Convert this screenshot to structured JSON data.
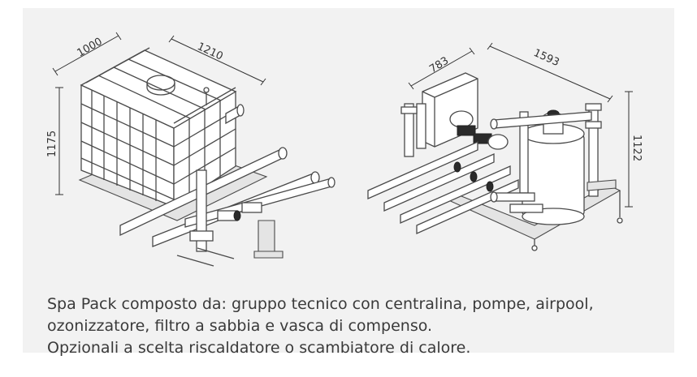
{
  "dimensions": {
    "tank_width": "1000",
    "tank_depth": "1210",
    "tank_height": "1175",
    "pack_width": "783",
    "pack_length": "1593",
    "pack_height": "1122"
  },
  "caption": {
    "line1": "Spa Pack composto da: gruppo tecnico con centralina, pompe, airpool,",
    "line2": "ozonizzatore, filtro a sabbia e vasca di compenso.",
    "line3": "Opzionali a scelta riscaldatore o scambiatore di calore."
  },
  "colors": {
    "panel_background": "#f2f2f2",
    "line": "#4a4a4a",
    "text": "#3a3a3a"
  }
}
